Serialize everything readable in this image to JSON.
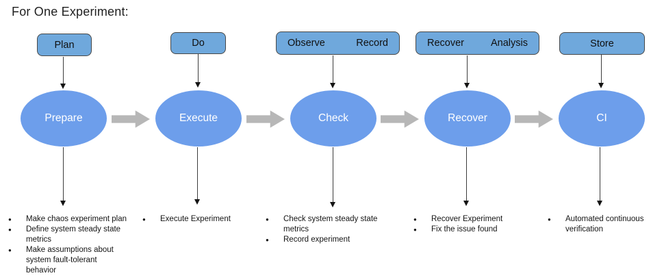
{
  "title": "For One Experiment:",
  "colors": {
    "box_fill": "#6fa8dc",
    "box_border": "#474747",
    "ellipse_fill": "#6d9eeb",
    "ellipse_text": "#ffffff",
    "flow_arrow": "#b7b7b7",
    "text": "#141414"
  },
  "stages": [
    {
      "box_labels": [
        "Plan"
      ],
      "ellipse_label": "Prepare",
      "bullets": [
        "Make chaos experiment plan",
        "Define system steady state\nmetrics",
        "Make assumptions about\nsystem fault-tolerant\nbehavior"
      ]
    },
    {
      "box_labels": [
        "Do"
      ],
      "ellipse_label": "Execute",
      "bullets": [
        "Execute Experiment"
      ]
    },
    {
      "box_labels": [
        "Observe",
        "Record"
      ],
      "ellipse_label": "Check",
      "bullets": [
        "Check system steady state\nmetrics",
        "Record experiment"
      ]
    },
    {
      "box_labels": [
        "Recover",
        "Analysis"
      ],
      "ellipse_label": "Recover",
      "bullets": [
        "Recover Experiment",
        "Fix the issue found"
      ]
    },
    {
      "box_labels": [
        "Store"
      ],
      "ellipse_label": "CI",
      "bullets": [
        "Automated continuous\nverification"
      ]
    }
  ],
  "bullet_glyph": "●"
}
